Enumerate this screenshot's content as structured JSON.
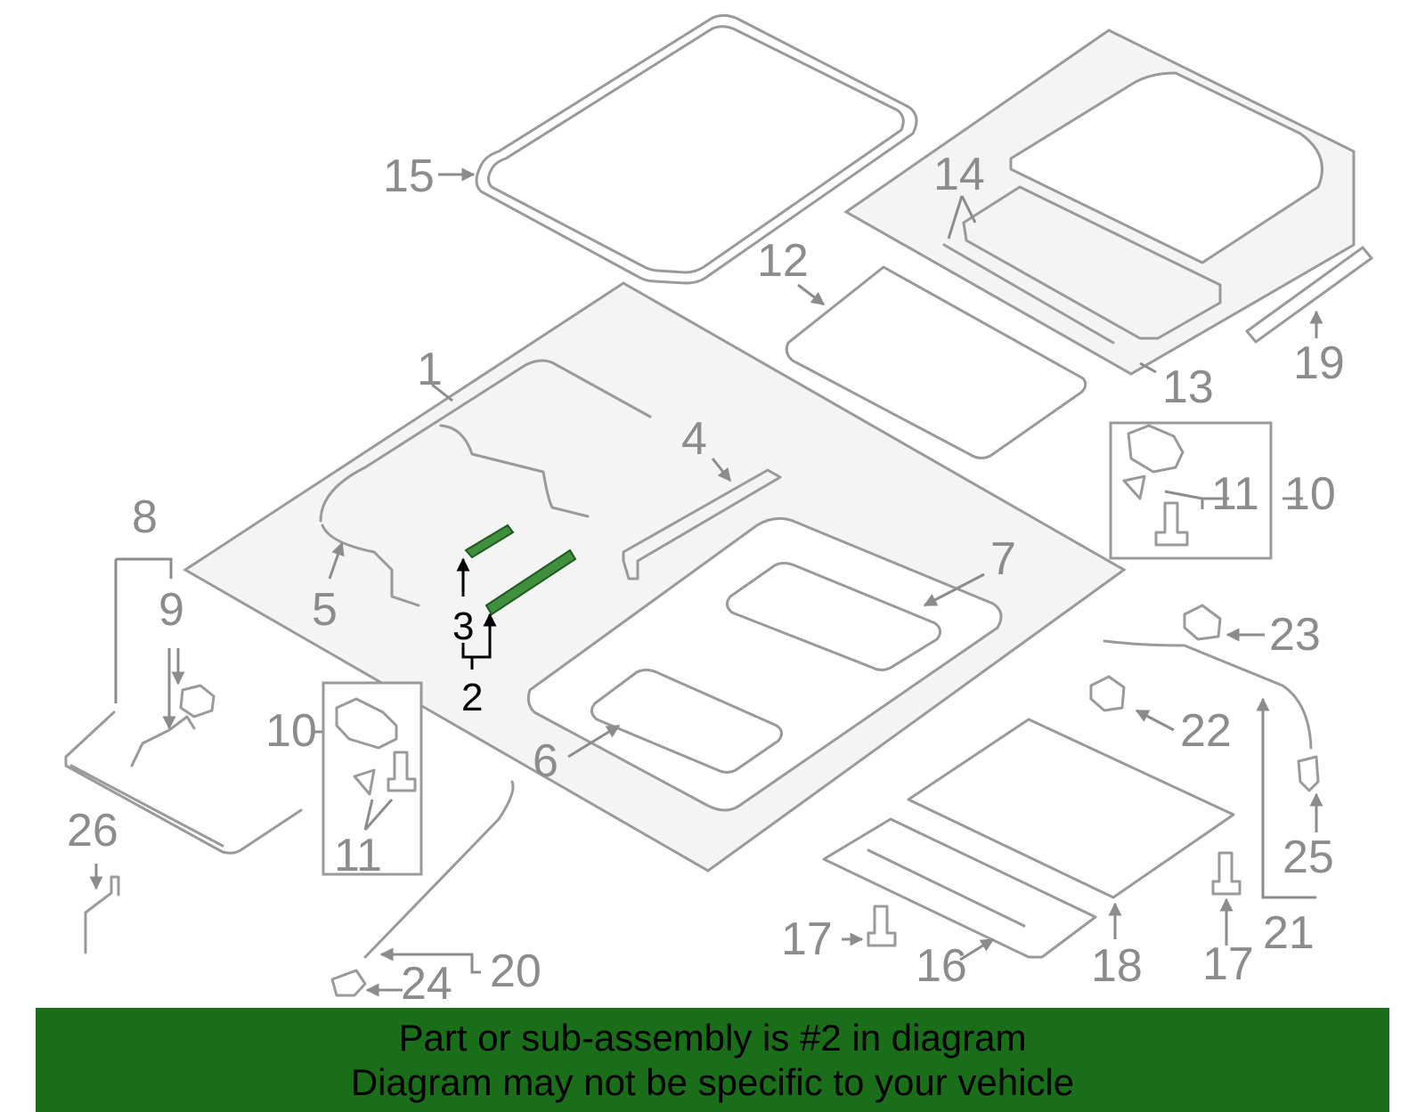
{
  "colors": {
    "banner_bg": "#1a6e1a",
    "highlight": "#3f8f3f",
    "line": "#9a9a9a",
    "label": "#8c8c8c",
    "panel": "#f4f4f4"
  },
  "labels": {
    "p1": "1",
    "p2": "2",
    "p3": "3",
    "p4": "4",
    "p5": "5",
    "p6": "6",
    "p7": "7",
    "p8": "8",
    "p9": "9",
    "p10a": "10",
    "p10b": "10",
    "p11a": "11",
    "p11b": "11",
    "p12": "12",
    "p13": "13",
    "p14": "14",
    "p15": "15",
    "p16": "16",
    "p17a": "17",
    "p17b": "17",
    "p18": "18",
    "p19": "19",
    "p20": "20",
    "p21": "21",
    "p22": "22",
    "p23": "23",
    "p24": "24",
    "p25": "25",
    "p26": "26"
  },
  "banner": {
    "line1": "Part or sub-assembly is #2 in diagram",
    "line2": "Diagram may not be specific to your vehicle"
  }
}
